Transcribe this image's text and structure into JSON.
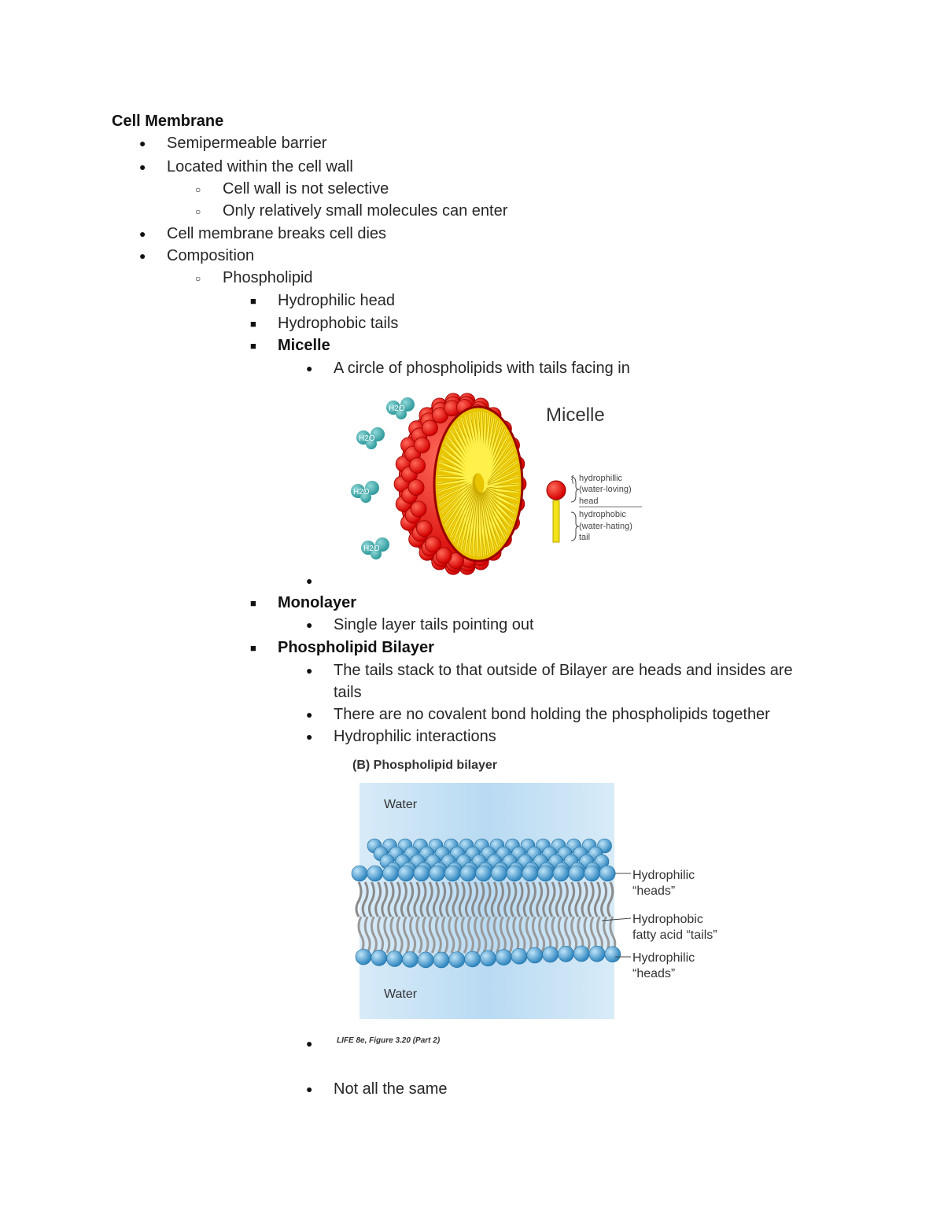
{
  "heading": "Cell Membrane",
  "items": {
    "l1": "Semipermeable barrier",
    "l2": "Located within the cell wall",
    "l3": "Cell wall is not selective",
    "l4": "Only relatively small molecules can enter",
    "l5": "Cell membrane breaks cell dies",
    "l6": "Composition",
    "l7": "Phospholipid",
    "l8": "Hydrophilic head",
    "l9": "Hydrophobic tails",
    "l10": "Micelle",
    "l11": "A circle of phospholipids with tails facing in",
    "l12": "Monolayer",
    "l13": "Single layer tails pointing out",
    "l14": "Phospholipid Bilayer",
    "l15a": "The tails stack to that outside of Bilayer are heads and insides are",
    "l15b": "tails",
    "l16": "There are no covalent bond holding the phospholipids together",
    "l17": "Hydrophilic interactions",
    "l18": "Not all the same"
  },
  "micelle_figure": {
    "title": "Micelle",
    "water_label": "H2O",
    "legend_head": [
      "hydrophillic",
      "(water-loving)",
      "head"
    ],
    "legend_tail": [
      "hydrophobic",
      "(water-hating)",
      "tail"
    ],
    "colors": {
      "head": "#ee1111",
      "tail": "#f2e21a",
      "water": "#3aa6a8"
    }
  },
  "bilayer_figure": {
    "title": "(B)  Phospholipid bilayer",
    "water_top": "Water",
    "water_bottom": "Water",
    "label_heads_top": [
      "Hydrophilic",
      "“heads”"
    ],
    "label_tails": [
      "Hydrophobic",
      "fatty acid “tails”"
    ],
    "label_heads_bottom": [
      "Hydrophilic",
      "“heads”"
    ],
    "caption": "LIFE 8e, Figure 3.20 (Part 2)",
    "colors": {
      "water": "#c4e0f4",
      "head": "#4a9fd0",
      "tail": "#8a8a8a"
    }
  }
}
